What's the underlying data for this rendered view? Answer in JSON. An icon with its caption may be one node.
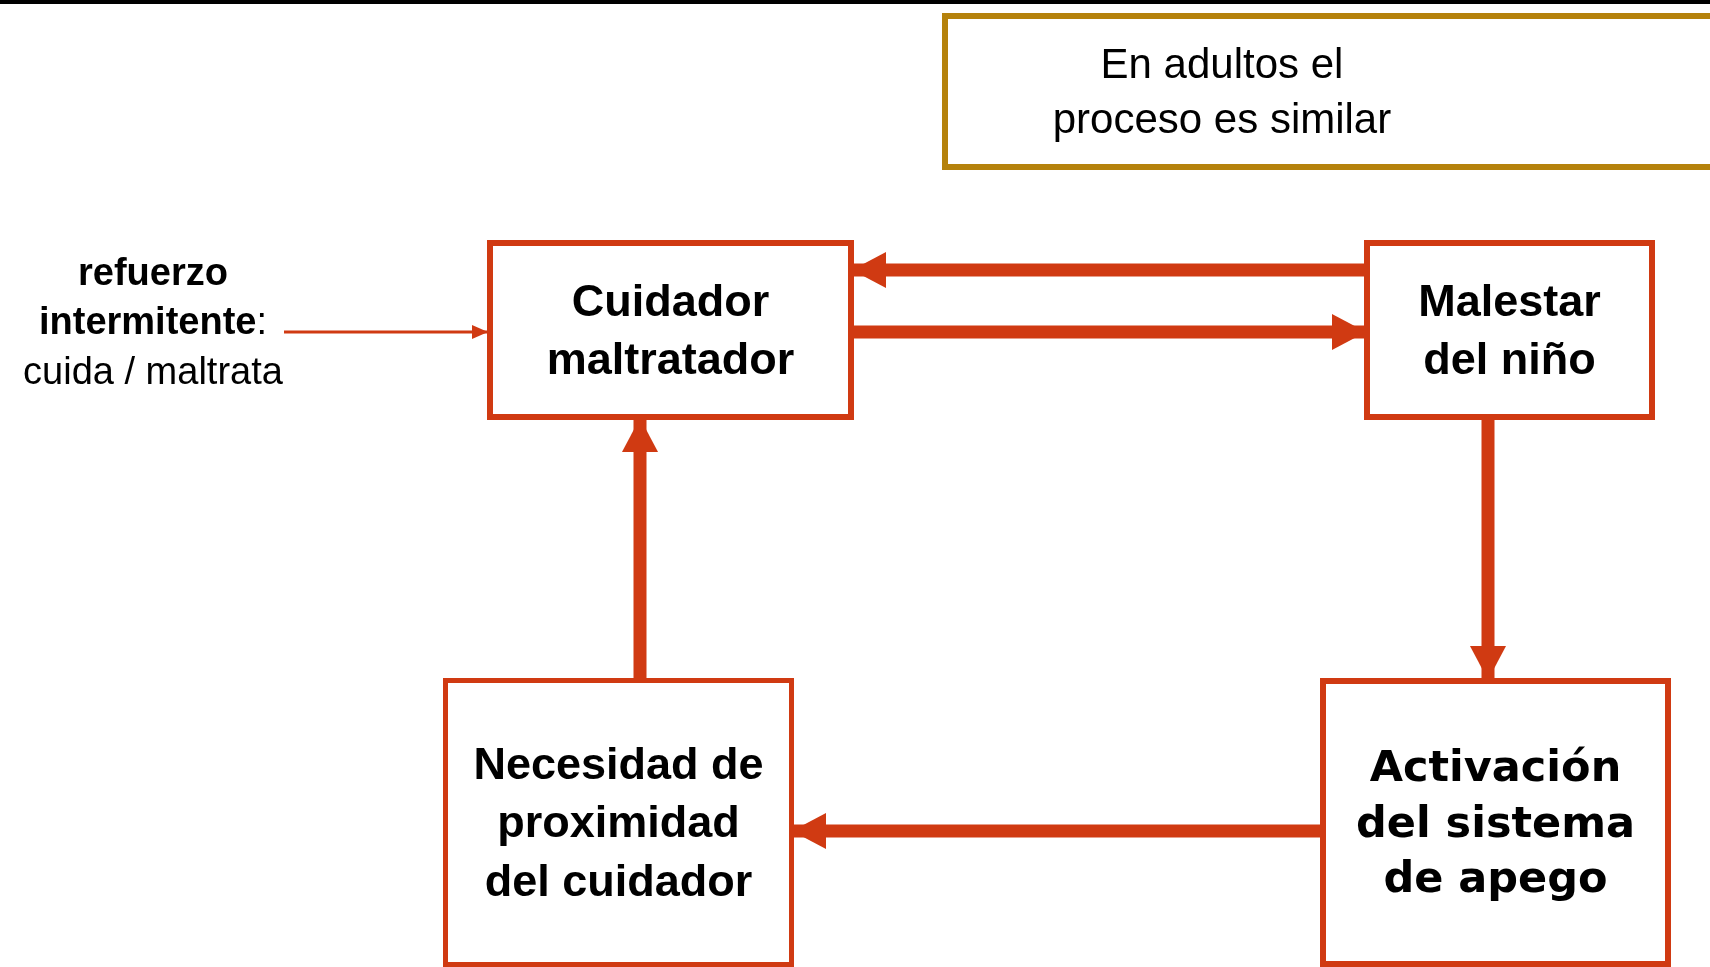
{
  "diagram": {
    "nodes": [
      {
        "text": [
          "En adultos el proceso es similar"
        ]
      },
      {
        "text": [
          "**refuerzo intermitente**: cuida / maltrata"
        ]
      },
      {
        "text": [
          "Cuidador maltratador"
        ]
      },
      {
        "text": [
          "Malestar del niño"
        ]
      },
      {
        "text": [
          "Necesidad de proximidad del cuidador"
        ]
      },
      {
        "text": [
          "Activación del sistema de apego"
        ]
      }
    ],
    "edges": [
      {
        "from": 1,
        "to": 2,
        "arrow": "to"
      },
      {
        "from": 3,
        "to": 2,
        "arrow": "to"
      },
      {
        "from": 2,
        "to": 3,
        "arrow": "to"
      },
      {
        "from": 3,
        "to": 5,
        "arrow": "to"
      },
      {
        "from": 5,
        "to": 4,
        "arrow": "to"
      },
      {
        "from": 4,
        "to": 2,
        "arrow": "to"
      }
    ]
  }
}
